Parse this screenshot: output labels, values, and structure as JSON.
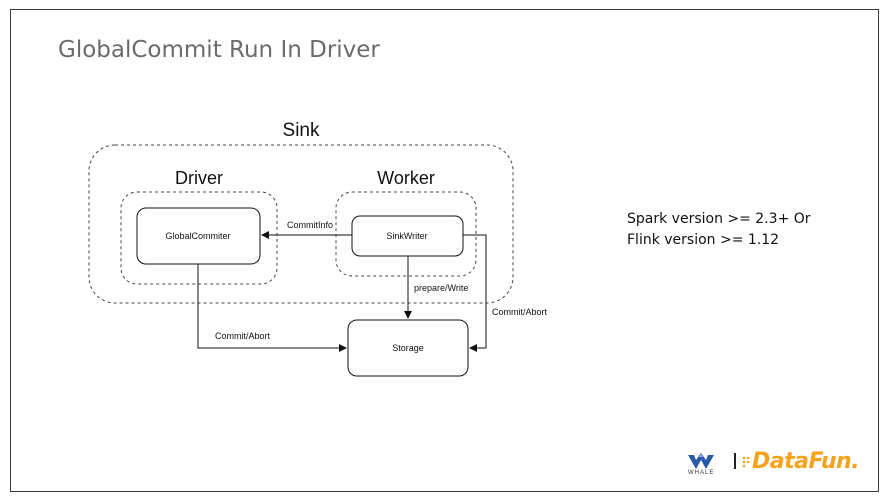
{
  "slide": {
    "title": "GlobalCommit Run In Driver"
  },
  "diagram": {
    "groups": {
      "sink": "Sink",
      "driver": "Driver",
      "worker": "Worker"
    },
    "nodes": {
      "global_commiter": "GlobalCommiter",
      "sink_writer": "SinkWriter",
      "storage": "Storage"
    },
    "edges": {
      "commit_info": "CommitInfo",
      "prepare_write": "prepare/Write",
      "commit_abort_right": "Commit/Abort",
      "commit_abort_left": "Commit/Abort"
    }
  },
  "notes": {
    "line1": "Spark version >= 2.3+ Or",
    "line2": "Flink version >= 1.12"
  },
  "logos": {
    "whale_text": "WHALE",
    "datafun_text": "DataFun."
  },
  "colors": {
    "datafun_orange": "#f7a21b",
    "whale_blue": "#2a5aa8"
  }
}
